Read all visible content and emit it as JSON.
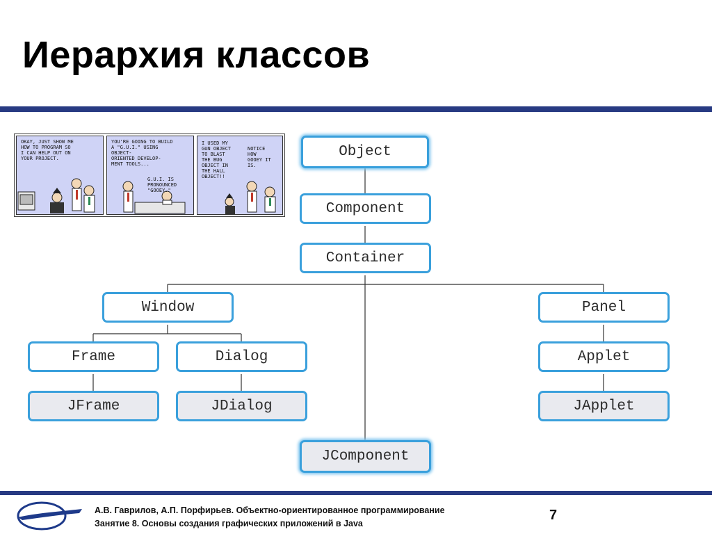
{
  "title": "Иерархия классов",
  "comic": {
    "panel1_text": "OKAY, JUST SHOW ME\nHOW TO PROGRAM SO\nI CAN HELP OUT ON\nYOUR PROJECT.",
    "panel2_text": "YOU'RE GOING TO BUILD\nA \"G.U.I.\" USING OBJECT-\nORIENTED DEVELOP-\nMENT TOOLS...",
    "panel2_reply": "G.U.I. IS\nPRONOUNCED\n\"GOOEY.\"",
    "panel3_text": "I USED MY\nGUN OBJECT\nTO BLAST\nTHE BUG\nOBJECT IN\nTHE HALL\nOBJECT!!",
    "panel3_reply": "NOTICE\nHOW\nGOOEY IT\nIS."
  },
  "hierarchy": {
    "object": "Object",
    "component": "Component",
    "container": "Container",
    "window": "Window",
    "panel": "Panel",
    "frame": "Frame",
    "dialog": "Dialog",
    "applet": "Applet",
    "jframe": "JFrame",
    "jdialog": "JDialog",
    "japplet": "JApplet",
    "jcomponent": "JComponent"
  },
  "colors": {
    "node_border": "#3aa0dc",
    "rule": "#273a82",
    "swing_fill": "#e9eaef"
  },
  "footer": {
    "line1": "А.В. Гаврилов, А.П. Порфирьев. Объектно-ориентированное программирование",
    "line2": "Занятие 8. Основы создания графических приложений в Java",
    "page": "7"
  }
}
